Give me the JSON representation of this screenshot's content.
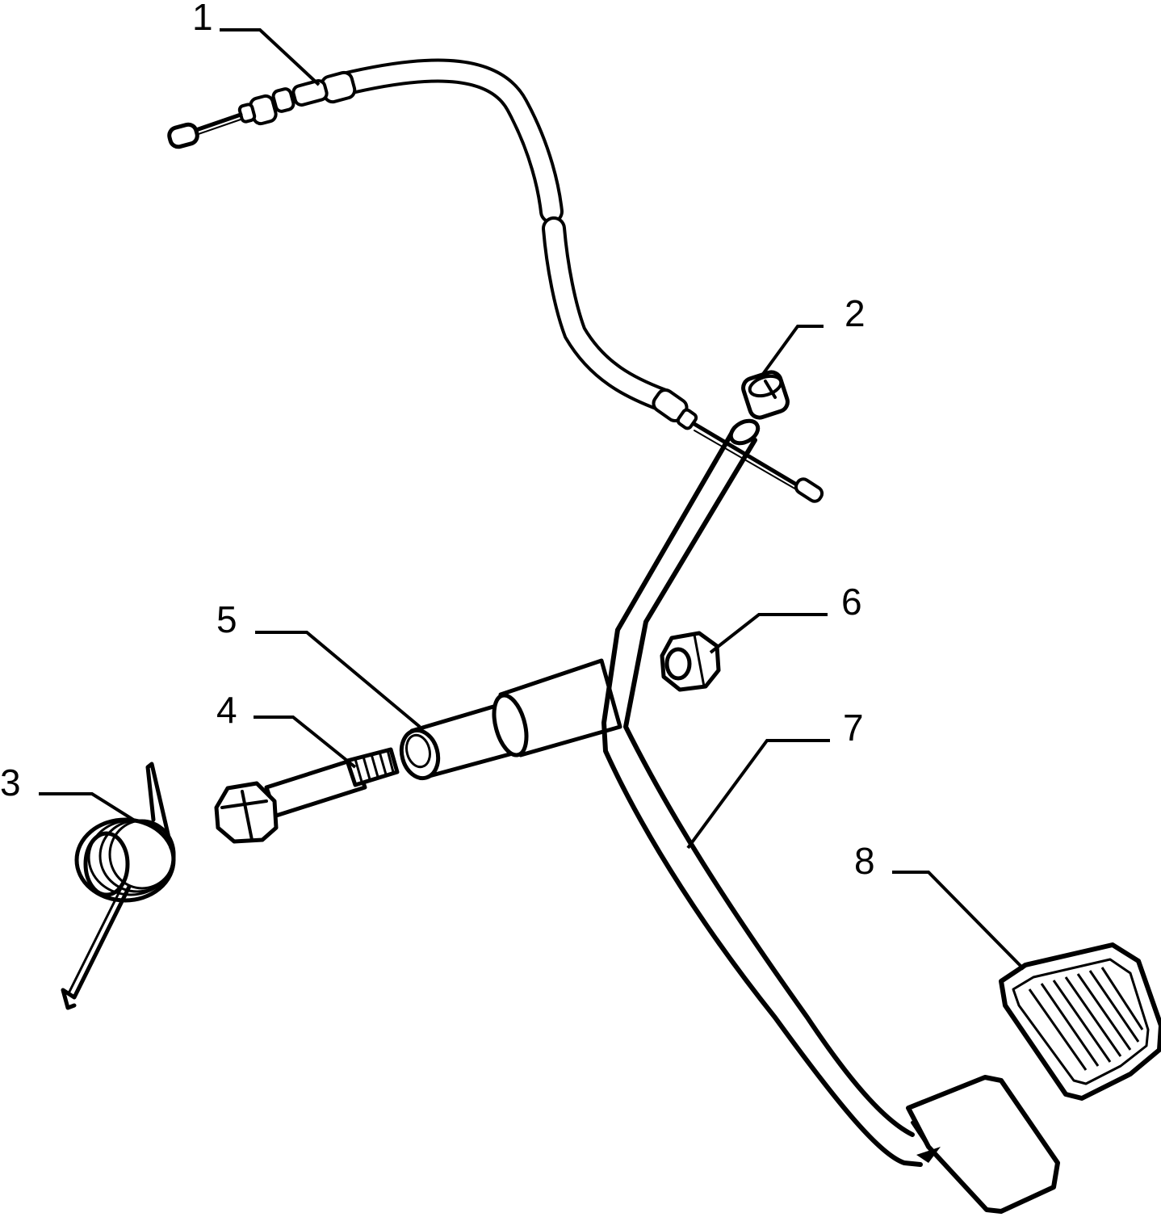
{
  "diagram": {
    "callouts": [
      {
        "id": "1",
        "label": "1"
      },
      {
        "id": "2",
        "label": "2"
      },
      {
        "id": "3",
        "label": "3"
      },
      {
        "id": "4",
        "label": "4"
      },
      {
        "id": "5",
        "label": "5"
      },
      {
        "id": "6",
        "label": "6"
      },
      {
        "id": "7",
        "label": "7"
      },
      {
        "id": "8",
        "label": "8"
      }
    ],
    "colors": {
      "ink": "#000000",
      "background": "#ffffff"
    }
  }
}
